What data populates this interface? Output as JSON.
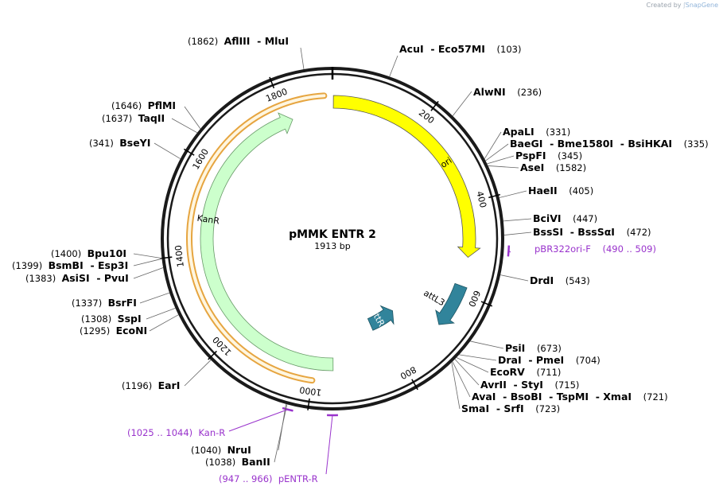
{
  "credit": {
    "prefix": "Created by",
    "brand": "SnapGene"
  },
  "plasmid": {
    "name": "pMMK ENTR 2",
    "length_label": "1913 bp"
  },
  "ticks": [
    "200",
    "400",
    "600",
    "800",
    "1000",
    "1200",
    "1400",
    "1600",
    "1800"
  ],
  "features": [
    {
      "label": "ori",
      "color": "#ffff00",
      "label_color": "#000000"
    },
    {
      "label": "attL3",
      "color": "#31849b",
      "label_color": "#000000"
    },
    {
      "label": "attR4",
      "color": "#31849b",
      "label_color": "#ffffff"
    },
    {
      "label": "KanR",
      "color": "#ccffcc",
      "label_color": "#000000"
    }
  ],
  "sites": [
    {
      "names": [
        "AflIII",
        "MluI"
      ],
      "pos": "(1862)"
    },
    {
      "names": [
        "AcuI",
        "Eco57MI"
      ],
      "pos": "(103)"
    },
    {
      "names": [
        "AlwNI"
      ],
      "pos": "(236)"
    },
    {
      "names": [
        "PflMI"
      ],
      "pos": "(1646)"
    },
    {
      "names": [
        "TaqII"
      ],
      "pos": "(1637)"
    },
    {
      "names": [
        "ApaLI"
      ],
      "pos": "(331)"
    },
    {
      "names": [
        "BaeGI",
        "Bme1580I",
        "BsiHKAI"
      ],
      "pos": "(335)"
    },
    {
      "names": [
        "BseYI"
      ],
      "pos": "(341)"
    },
    {
      "names": [
        "PspFI"
      ],
      "pos": "(345)"
    },
    {
      "names": [
        "AseI"
      ],
      "pos": "(1582)"
    },
    {
      "names": [
        "HaeII"
      ],
      "pos": "(405)"
    },
    {
      "names": [
        "BciVI"
      ],
      "pos": "(447)"
    },
    {
      "names": [
        "BssSI",
        "BssSαI"
      ],
      "pos": "(472)"
    },
    {
      "names": [
        "Bpu10I"
      ],
      "pos": "(1400)"
    },
    {
      "names": [
        "BsmBI",
        "Esp3I"
      ],
      "pos": "(1399)"
    },
    {
      "names": [
        "AsiSI",
        "PvuI"
      ],
      "pos": "(1383)"
    },
    {
      "names": [
        "DrdI"
      ],
      "pos": "(543)"
    },
    {
      "names": [
        "BsrFI"
      ],
      "pos": "(1337)"
    },
    {
      "names": [
        "SspI"
      ],
      "pos": "(1308)"
    },
    {
      "names": [
        "EcoNI"
      ],
      "pos": "(1295)"
    },
    {
      "names": [
        "PsiI"
      ],
      "pos": "(673)"
    },
    {
      "names": [
        "DraI",
        "PmeI"
      ],
      "pos": "(704)"
    },
    {
      "names": [
        "EcoRV"
      ],
      "pos": "(711)"
    },
    {
      "names": [
        "AvrII",
        "StyI"
      ],
      "pos": "(715)"
    },
    {
      "names": [
        "AvaI",
        "BsoBI",
        "TspMI",
        "XmaI"
      ],
      "pos": "(721)"
    },
    {
      "names": [
        "SmaI",
        "SrfI"
      ],
      "pos": "(723)"
    },
    {
      "names": [
        "EarI"
      ],
      "pos": "(1196)"
    },
    {
      "names": [
        "NruI"
      ],
      "pos": "(1040)"
    },
    {
      "names": [
        "BanII"
      ],
      "pos": "(1038)"
    }
  ],
  "primers": [
    {
      "name": "pBR322ori-F",
      "range": "(490 .. 509)"
    },
    {
      "name": "Kan-R",
      "range": "(1025 .. 1044)"
    },
    {
      "name": "pENTR-R",
      "range": "(947 .. 966)"
    }
  ],
  "colors": {
    "primer": "#9933cc",
    "backbone": "#1a1a1a",
    "kanr_outline": "#e6a540"
  }
}
